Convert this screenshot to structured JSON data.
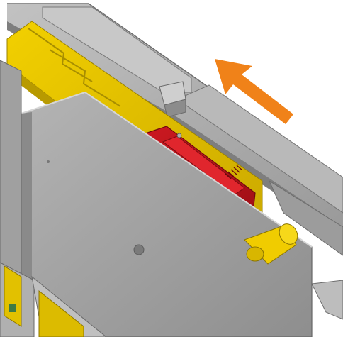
{
  "illustration": {
    "view": "isometric-cutaway",
    "parts": [
      {
        "id": "housing-rail",
        "color": "#a8a8a8"
      },
      {
        "id": "front-panel",
        "color": "#9e9e9e"
      },
      {
        "id": "slider-bar",
        "color": "#e6c300"
      },
      {
        "id": "locking-clip",
        "color": "#c0141c"
      },
      {
        "id": "handle-knob",
        "color": "#f0cc00"
      }
    ],
    "direction_arrow": {
      "color": "#f08219",
      "direction": "up-left"
    }
  }
}
